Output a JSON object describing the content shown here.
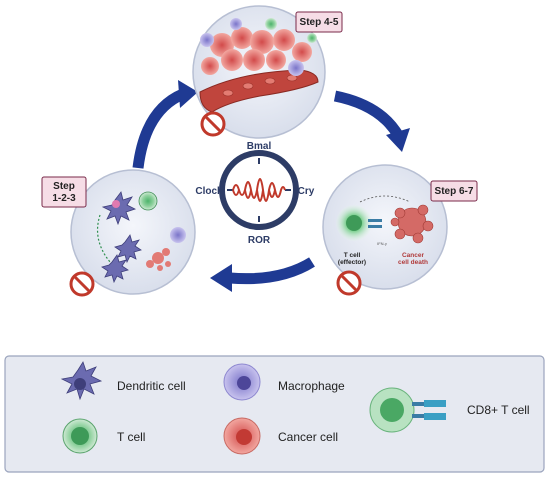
{
  "steps": {
    "top": "Step 4-5",
    "left_line1": "Step",
    "left_line2": "1-2-3",
    "right": "Step 6-7"
  },
  "clock": {
    "top": "Bmal",
    "left": "Clock",
    "right": "Cry",
    "bottom": "ROR"
  },
  "right_panel": {
    "tcell_line1": "T cell",
    "tcell_line2": "(effector)",
    "cancer_line1": "Cancer",
    "cancer_line2": "cell death",
    "mini_label": "IFN-γ"
  },
  "legend": {
    "dendritic": "Dendritic cell",
    "macrophage": "Macrophage",
    "tcell": "T cell",
    "cancer": "Cancer cell",
    "cd8": "CD8+ T cell"
  },
  "colors": {
    "arrow": "#1f3a93",
    "clock_wave": "#c0392b",
    "forbid": "#c0392b",
    "step_box_fill": "#f6dde6",
    "step_box_stroke": "#7a2a4a",
    "circle_fill": "#dfe4ef",
    "legend_fill": "#e6e9f1",
    "legend_stroke": "#9ba4bd"
  }
}
